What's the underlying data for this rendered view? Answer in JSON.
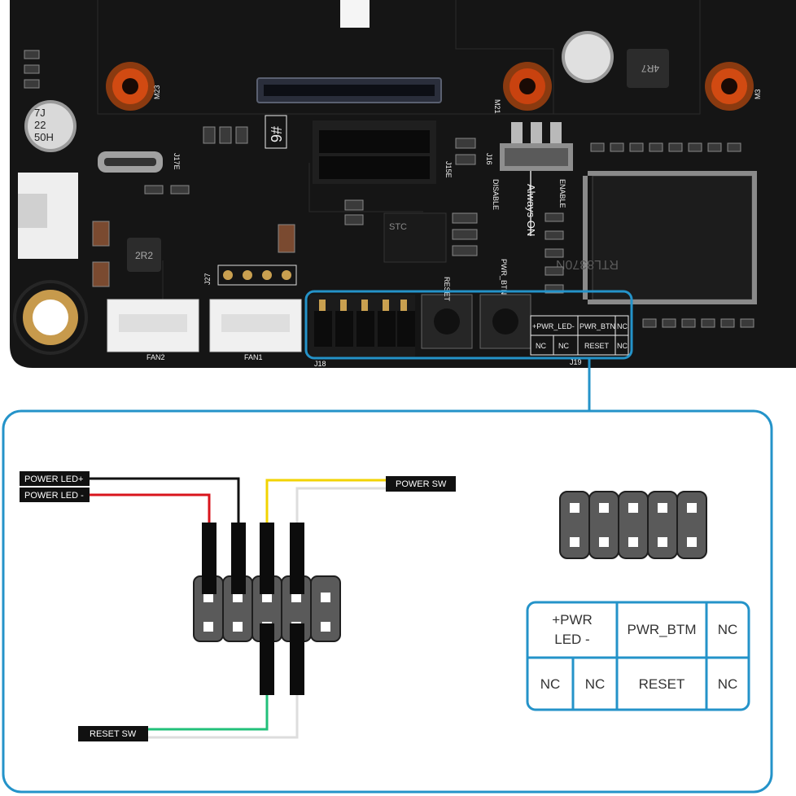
{
  "board": {
    "mount_labels": [
      "M23",
      "M21",
      "M3"
    ],
    "slot_label": "#6",
    "cap_markings": [
      "7J",
      "22",
      "50H"
    ],
    "inductor_markings": [
      "2R2",
      "4R7"
    ],
    "connector_labels": [
      "J17E",
      "J15E",
      "J16",
      "J27",
      "J18",
      "J19"
    ],
    "fan_labels": [
      "FAN2",
      "FAN1"
    ],
    "switch_labels": [
      "DISABLE",
      "Always ON",
      "ENABLE"
    ],
    "button_labels": [
      "RESET",
      "PWR_BTN"
    ],
    "chip_markings": [
      "RTL8370N",
      "STC"
    ],
    "header_silk": {
      "row1": [
        "+PWR_LED-",
        "PWR_BTN",
        "NC"
      ],
      "row2": [
        "NC",
        "NC",
        "RESET",
        "NC"
      ]
    }
  },
  "wires": {
    "power_led_plus": "POWER LED+",
    "power_led_minus": "POWER LED -",
    "power_sw": "POWER SW",
    "reset_sw": "RESET SW",
    "colors": {
      "black": "#111111",
      "red": "#d8141c",
      "yellow": "#f2d300",
      "white": "#dddddd",
      "green": "#22c07a"
    }
  },
  "pinout_table": {
    "row1": [
      "+PWR\nLED -",
      "PWR_BTM",
      "NC"
    ],
    "row2": [
      "NC",
      "NC",
      "RESET",
      "NC"
    ]
  },
  "colors": {
    "accent": "#2493c9",
    "pcb": "#161616"
  }
}
